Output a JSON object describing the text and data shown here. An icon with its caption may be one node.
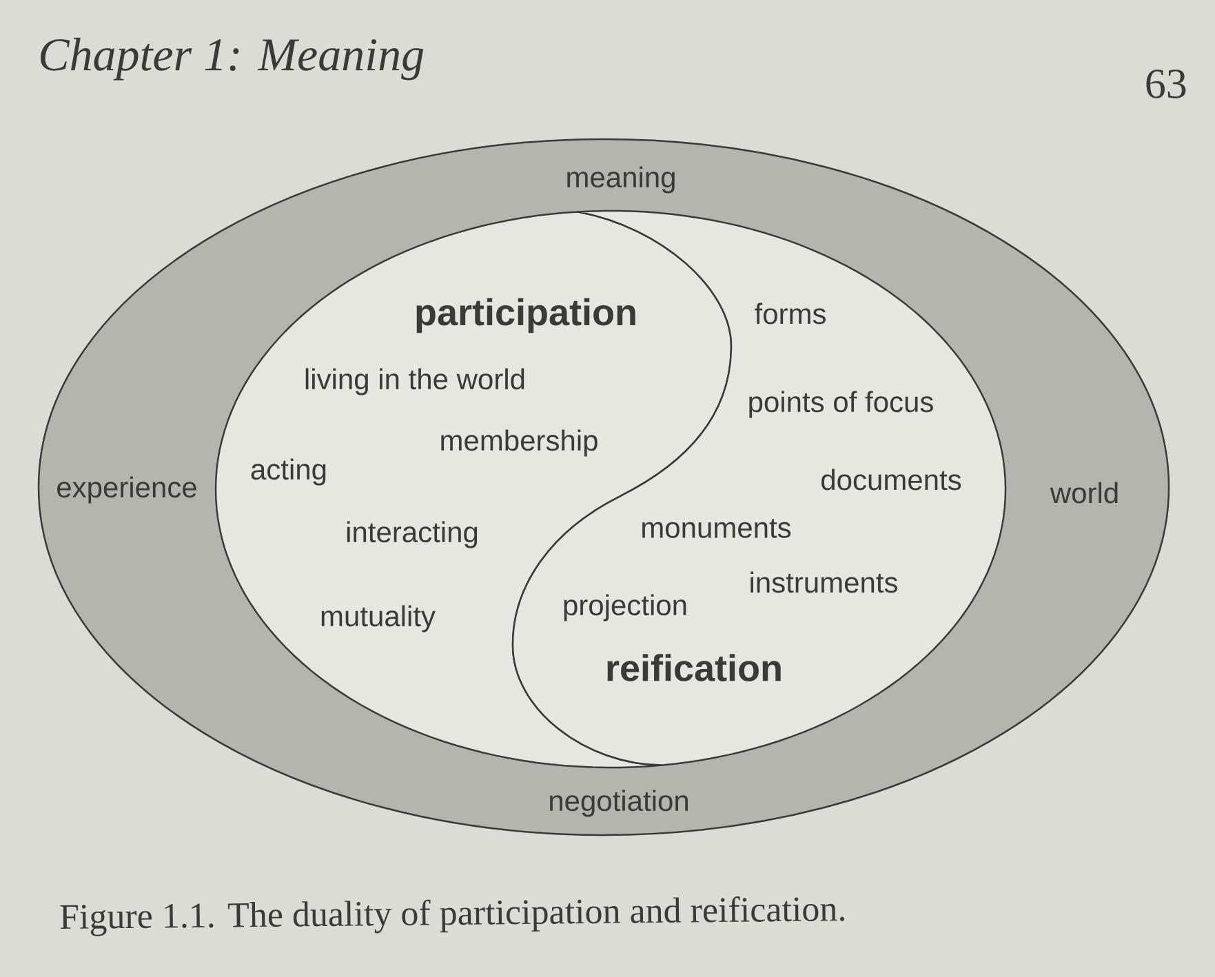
{
  "diagram": {
    "title": "Chapter 1: Meaning",
    "caption": "Figure 1.1. The duality of participation and reification.",
    "nodes": [
      {
        "text": [
          "meaning",
          "experience",
          "world",
          "negotiation"
        ]
      },
      {
        "text": [
          "participation",
          "living in the world",
          "membership",
          "acting",
          "interacting",
          "mutuality"
        ],
        "in": 0
      },
      {
        "text": [
          "forms",
          "points of focus",
          "documents",
          "monuments",
          "instruments",
          "projection",
          "reification"
        ],
        "in": 0
      }
    ],
    "labels": [
      "63"
    ]
  }
}
